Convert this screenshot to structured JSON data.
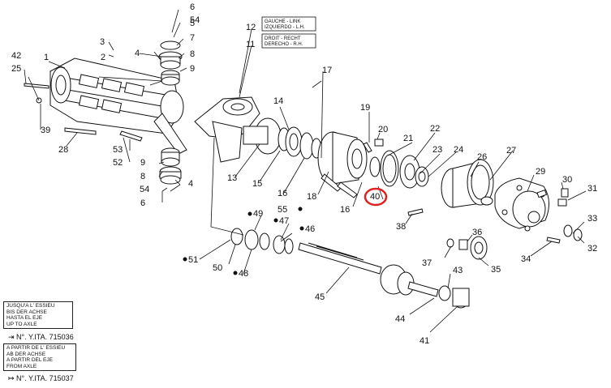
{
  "side_labels": {
    "left": {
      "number": "12",
      "lines": [
        "GAUCHE - LINK",
        "IZQUIERDO - L.H."
      ]
    },
    "right": {
      "number": "11",
      "lines": [
        "DROIT - RECHT",
        "DERECHO - R.H."
      ]
    }
  },
  "legend": {
    "up_to": {
      "lines": [
        "JUSQU'A L' ESSIEU",
        "BIS DER ACHSE",
        "HASTA EL EJE",
        "UP TO AXLE"
      ],
      "ref": "N°. Y.ITA. 715036"
    },
    "from": {
      "lines": [
        "A PARTIR DE L' ESSIEU",
        "AB DER ACHSE",
        "A PARTIR DEL EJE",
        "FROM AXLE"
      ],
      "ref": "N°. Y.ITA. 715037"
    }
  },
  "callouts": [
    "1",
    "2",
    "3",
    "4",
    "5",
    "6",
    "7",
    "8",
    "9",
    "13",
    "14",
    "15",
    "16",
    "16",
    "17",
    "18",
    "19",
    "20",
    "21",
    "22",
    "23",
    "24",
    "25",
    "26",
    "27",
    "28",
    "29",
    "30",
    "31",
    "32",
    "33",
    "34",
    "35",
    "36",
    "37",
    "38",
    "39",
    "40",
    "41",
    "42",
    "43",
    "44",
    "45",
    "46",
    "47",
    "48",
    "49",
    "50",
    "51",
    "52",
    "53",
    "54",
    "54",
    "55",
    "4",
    "8",
    "9",
    "6"
  ],
  "highlight": {
    "callout": "40",
    "color": "#e02020"
  }
}
